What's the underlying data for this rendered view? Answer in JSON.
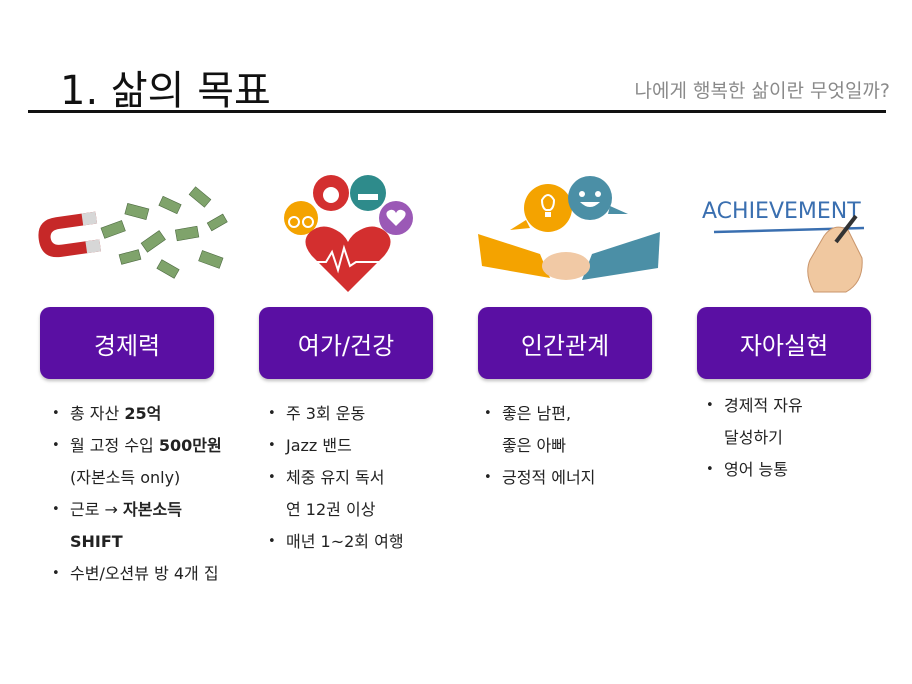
{
  "header": {
    "title": "1. 삶의 목표",
    "subtitle": "나에게 행복한 삶이란 무엇일까?"
  },
  "columns": [
    {
      "label": "경제력",
      "image_alt": "magnet attracting money",
      "bullets": [
        {
          "parts": [
            "총 자산 ",
            "25억"
          ]
        },
        {
          "parts": [
            "월 고정 수입 ",
            "500만원"
          ]
        },
        {
          "cont": "(자본소득 only)"
        },
        {
          "parts": [
            "근로 → ",
            "자본소득"
          ]
        },
        {
          "cont_bold": "SHIFT"
        },
        {
          "text": "수변/오션뷰 방 4개 집"
        }
      ]
    },
    {
      "label": "여가/건강",
      "image_alt": "heart with health icons",
      "bullets": [
        {
          "text": "주 3회 운동"
        },
        {
          "text": "Jazz 밴드"
        },
        {
          "text": "체중 유지 독서"
        },
        {
          "cont": "연 12권 이상"
        },
        {
          "text": "매년 1~2회 여행"
        }
      ]
    },
    {
      "label": "인간관계",
      "image_alt": "handshake with speech bubbles",
      "bullets": [
        {
          "text": "좋은 남편,"
        },
        {
          "cont": "좋은 아빠"
        },
        {
          "text": "긍정적 에너지"
        }
      ]
    },
    {
      "label": "자아실현",
      "image_alt": "hand writing achievement",
      "image_text": "ACHIEVEMENT",
      "bullets": [
        {
          "text": "경제적 자유"
        },
        {
          "cont": "달성하기"
        },
        {
          "text": "영어 능통"
        }
      ]
    }
  ],
  "colors": {
    "button": "#5a0fa3",
    "title": "#111111",
    "subtitle": "#8a8a8a"
  }
}
